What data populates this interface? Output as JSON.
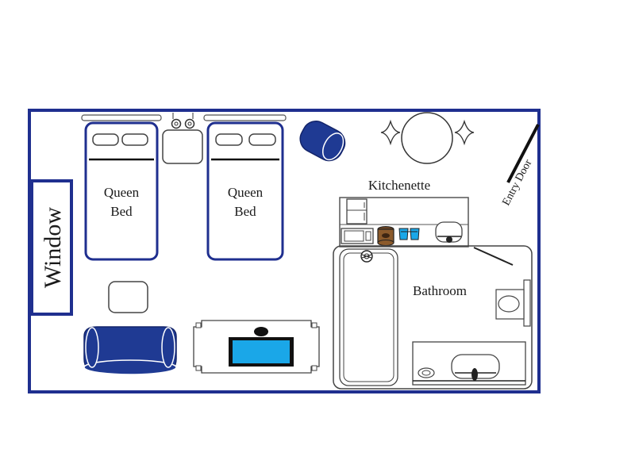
{
  "labels": {
    "window": "Window",
    "bed_left": [
      "Queen",
      "Bed"
    ],
    "bed_right": [
      "Queen",
      "Bed"
    ],
    "kitchenette": "Kitchenette",
    "bathroom": "Bathroom",
    "entry_door": "Entry Door"
  },
  "colors": {
    "wall": "#1f2f8f",
    "furniture_fill": "#1f3a93",
    "tv_screen": "#1aa7e8",
    "coffee_brown": "#8b5a2b",
    "outline": "#333333"
  }
}
